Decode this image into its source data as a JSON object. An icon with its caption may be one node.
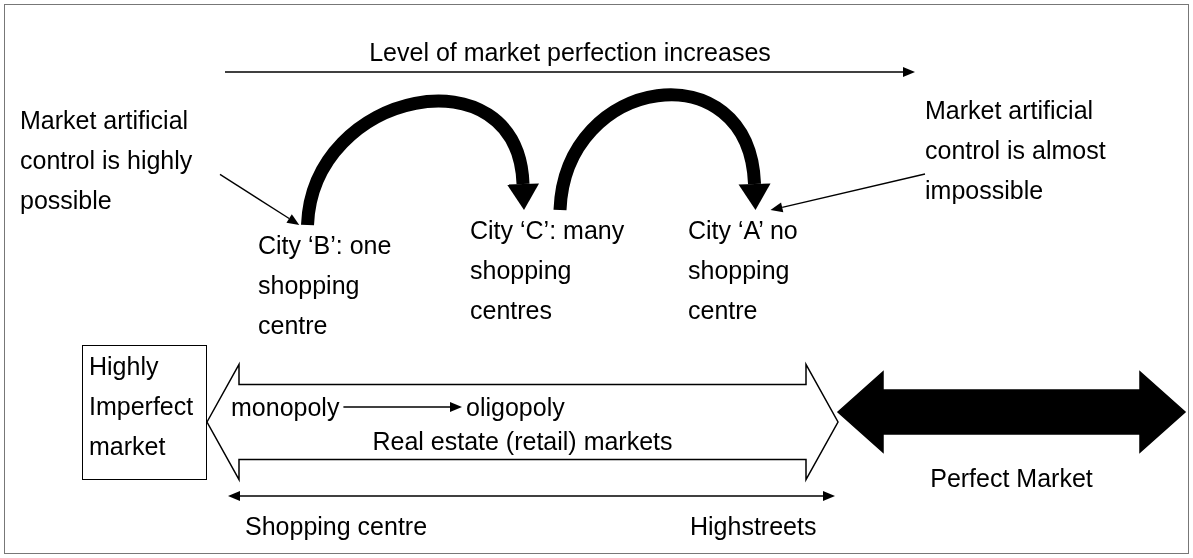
{
  "diagram": {
    "nodes": [
      {
        "text": [
          "Market artificial control is highly possible"
        ]
      },
      {
        "text": [
          "City ‘B’: one shopping centre"
        ]
      },
      {
        "text": [
          "City ‘C’: many shopping centres"
        ]
      },
      {
        "text": [
          "City ‘A’ no shopping centre"
        ]
      },
      {
        "text": [
          "Market artificial control is almost impossible"
        ]
      },
      {
        "text": [
          "Highly Imperfect market"
        ]
      },
      {
        "text": [
          "monopoly"
        ]
      },
      {
        "text": [
          "oligopoly"
        ]
      },
      {
        "text": [
          "Perfect Market"
        ]
      }
    ],
    "edges": [
      {
        "from": 0,
        "to": 1,
        "arrow": "to"
      },
      {
        "from": 1,
        "to": 2,
        "arrow": "to",
        "style": "thick"
      },
      {
        "from": 2,
        "to": 3,
        "arrow": "to",
        "style": "thick"
      },
      {
        "from": 4,
        "to": 3,
        "arrow": "to"
      },
      {
        "from": 5,
        "to": 8,
        "arrow": "both",
        "label": "Real estate (retail) markets"
      },
      {
        "from": 6,
        "to": 7,
        "arrow": "to"
      }
    ],
    "labels": [
      "Level of market perfection increases",
      "Shopping centre",
      "Highstreets"
    ]
  }
}
